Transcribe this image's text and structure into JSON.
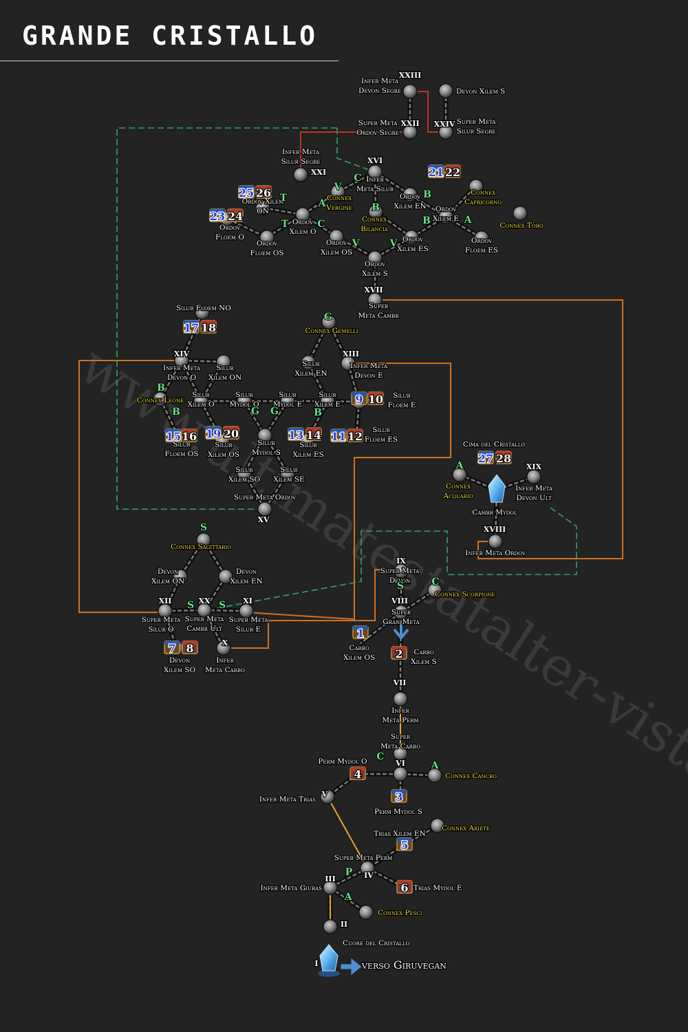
{
  "title": "GRANDE CRISTALLO",
  "watermark": "www.ultimatestatalter-vista.org",
  "colors": {
    "background": "#232323",
    "text": "#ffffff",
    "connex": "#f2e24a",
    "letter": "#6be08a",
    "arrowRed": "#c0341e",
    "arrowOrange": "#d3701e",
    "arrowYellow": "#f0a028",
    "dashGreen": "#35a56a",
    "arrowBlue": "#4a90d0",
    "node": "#8a8a8a"
  },
  "nodes": [
    {
      "id": "n23",
      "label": "Infer Meta|Devon Segre",
      "numeral": "XXIII",
      "cls": "white"
    },
    {
      "id": "n24",
      "label": "Super Meta|Silur Segre",
      "numeral": "XXIV",
      "cls": "white"
    },
    {
      "id": "dxs",
      "label": "Devon Xilem S",
      "cls": "white"
    },
    {
      "id": "n22",
      "label": "Super Meta|Ordov Segre",
      "numeral": "XXII",
      "cls": "white"
    },
    {
      "id": "n21",
      "label": "Infer Meta|Silur Segre",
      "numeral": "XXI",
      "cls": "white"
    },
    {
      "id": "n16",
      "label": "Infer|Meta Silur",
      "numeral": "XVI",
      "cls": "white"
    },
    {
      "id": "cverg",
      "label": "Connex|Vergine",
      "cls": "connex"
    },
    {
      "id": "oxon",
      "label": "Ordov Xilem|ON",
      "cls": "white"
    },
    {
      "id": "oxen",
      "label": "Ordov|Xilem EN",
      "cls": "white"
    },
    {
      "id": "ccap",
      "label": "Connex|Capricorno",
      "cls": "connex"
    },
    {
      "id": "ctoro",
      "label": "Connex Toro",
      "cls": "connex"
    },
    {
      "id": "cbil",
      "label": "Connex|Bilancia",
      "cls": "connex"
    },
    {
      "id": "oxo",
      "label": "Ordov|Xilem O",
      "cls": "white"
    },
    {
      "id": "oxe",
      "label": "Ordov|Xilem E",
      "cls": "white"
    },
    {
      "id": "ofo",
      "label": "Ordov|Floem O",
      "cls": "white"
    },
    {
      "id": "ofos",
      "label": "Ordov|Floem OS",
      "cls": "white"
    },
    {
      "id": "oxos",
      "label": "Ordov|Xilem OS",
      "cls": "white"
    },
    {
      "id": "oxes",
      "label": "Ordov|Xilem ES",
      "cls": "white"
    },
    {
      "id": "ofes",
      "label": "Ordov|Floem ES",
      "cls": "white"
    },
    {
      "id": "oxs",
      "label": "Ordov|Xilem S",
      "cls": "white"
    },
    {
      "id": "n17",
      "label": "Super|Meta Cambr",
      "numeral": "XVII",
      "cls": "white"
    },
    {
      "id": "sfno",
      "label": "Silur Floem NO",
      "cls": "white"
    },
    {
      "id": "cgem",
      "label": "Connex Gemelli",
      "cls": "connex"
    },
    {
      "id": "n14",
      "label": "Infer Meta|Devon O",
      "numeral": "XIV",
      "cls": "white"
    },
    {
      "id": "sxon",
      "label": "Silur|Xilem ON",
      "cls": "white"
    },
    {
      "id": "sxen",
      "label": "Silur|Xilem EN",
      "cls": "white"
    },
    {
      "id": "n13",
      "label": "Infer Meta|Devon E",
      "numeral": "XIII",
      "cls": "white"
    },
    {
      "id": "cleo",
      "label": "Connex Leone",
      "cls": "connex"
    },
    {
      "id": "sxo",
      "label": "Silur|Xilem O",
      "cls": "white"
    },
    {
      "id": "smo",
      "label": "Silur|Mydol O",
      "cls": "white"
    },
    {
      "id": "sme",
      "label": "Silur|Mydol E",
      "cls": "white"
    },
    {
      "id": "sxe",
      "label": "Silur|Xilem E",
      "cls": "white"
    },
    {
      "id": "sfe",
      "label": "Silur|Floem E",
      "cls": "white"
    },
    {
      "id": "sfos",
      "label": "Silur|Floem OS",
      "cls": "white"
    },
    {
      "id": "sxos",
      "label": "Silur|Xilem OS",
      "cls": "white"
    },
    {
      "id": "sms",
      "label": "Silur|Mydol S",
      "cls": "white"
    },
    {
      "id": "sxes",
      "label": "Silur|Xilem ES",
      "cls": "white"
    },
    {
      "id": "sfes",
      "label": "Silur|Floem ES",
      "cls": "white"
    },
    {
      "id": "sxso",
      "label": "Silur|Xilem SO",
      "cls": "white"
    },
    {
      "id": "sxse",
      "label": "Silur|Xilem SE",
      "cls": "white"
    },
    {
      "id": "n15",
      "label": "Super Meta Ordov",
      "numeral": "XV",
      "cls": "white"
    },
    {
      "id": "cima",
      "label": "Cima del Cristallo",
      "cls": "white"
    },
    {
      "id": "cacq",
      "label": "Connex|Acquario",
      "cls": "connex"
    },
    {
      "id": "cambr",
      "label": "Cambr Mydol",
      "cls": "white"
    },
    {
      "id": "n19",
      "label": "Infer Meta|Devon Ult",
      "numeral": "XIX",
      "cls": "white"
    },
    {
      "id": "n18",
      "label": "Infer Meta Ordov",
      "numeral": "XVIII",
      "cls": "white"
    },
    {
      "id": "csag",
      "label": "Connex Sagittario",
      "cls": "connex"
    },
    {
      "id": "dxon",
      "label": "Devon|Xilem ON",
      "cls": "white"
    },
    {
      "id": "dxen",
      "label": "Devon|Xilem EN",
      "cls": "white"
    },
    {
      "id": "n12",
      "label": "Super Meta|Silur O",
      "numeral": "XII",
      "cls": "white"
    },
    {
      "id": "n20",
      "label": "Super Meta|Cambr Ult",
      "numeral": "XX",
      "cls": "white"
    },
    {
      "id": "n11",
      "label": "Super Meta|Silur E",
      "numeral": "XI",
      "cls": "white"
    },
    {
      "id": "dxso",
      "label": "Devon|Xilem SO",
      "cls": "white"
    },
    {
      "id": "n10",
      "label": "Infer|Meta Carbo",
      "numeral": "X",
      "cls": "white"
    },
    {
      "id": "n9",
      "label": "Super Meta|Devon",
      "numeral": "IX",
      "cls": "white"
    },
    {
      "id": "cscor",
      "label": "Connex Scorpione",
      "cls": "connex"
    },
    {
      "id": "n8",
      "label": "Super|Gran Meta",
      "numeral": "VIII",
      "cls": "white"
    },
    {
      "id": "cxos",
      "label": "Carbo|Xilem OS",
      "cls": "white"
    },
    {
      "id": "cxs",
      "label": "Carbo|Xilem S",
      "cls": "white"
    },
    {
      "id": "n7",
      "label": "Infer|Meta Perm",
      "numeral": "VII",
      "cls": "white"
    },
    {
      "id": "smc",
      "label": "Super|Meta Carbo",
      "cls": "white"
    },
    {
      "id": "pmo",
      "label": "Perm Mydol O",
      "cls": "white"
    },
    {
      "id": "n6",
      "label": "",
      "numeral": "VI",
      "cls": "white"
    },
    {
      "id": "ccan",
      "label": "Connex Cancro",
      "cls": "connex"
    },
    {
      "id": "imt",
      "label": "Infer Meta Trias",
      "cls": "white"
    },
    {
      "id": "n5",
      "label": "",
      "numeral": "V",
      "cls": "white"
    },
    {
      "id": "pms",
      "label": "Perm Mydol S",
      "cls": "white"
    },
    {
      "id": "txen",
      "label": "Trias Xilem EN",
      "cls": "white"
    },
    {
      "id": "cari",
      "label": "Connex Ariete",
      "cls": "connex"
    },
    {
      "id": "smp",
      "label": "Super Meta Perm",
      "cls": "white"
    },
    {
      "id": "img",
      "label": "Infer Meta Giuras",
      "cls": "white"
    },
    {
      "id": "n3",
      "label": "",
      "numeral": "III",
      "cls": "white"
    },
    {
      "id": "n4",
      "label": "",
      "numeral": "IV",
      "cls": "white"
    },
    {
      "id": "tme",
      "label": "Trias Mydol E",
      "cls": "white"
    },
    {
      "id": "cpes",
      "label": "Connex Pesci",
      "cls": "connex"
    },
    {
      "id": "n2",
      "label": "",
      "numeral": "II",
      "cls": "white"
    },
    {
      "id": "cuore",
      "label": "Cuore del Cristallo",
      "cls": "white"
    },
    {
      "id": "n1",
      "label": "",
      "numeral": "I",
      "cls": "white"
    },
    {
      "id": "verso",
      "label": "verso Giruvegan",
      "cls": "big"
    }
  ],
  "chests": [
    "21",
    "22",
    "25",
    "26",
    "23",
    "24",
    "17",
    "18",
    "9",
    "10",
    "15",
    "16",
    "19",
    "20",
    "13",
    "14",
    "11",
    "12",
    "27",
    "28",
    "7",
    "8",
    "1",
    "2",
    "4",
    "3",
    "5",
    "6"
  ],
  "letters": [
    "C",
    "V",
    "B",
    "A",
    "T",
    "B",
    "A",
    "B",
    "C",
    "T",
    "V",
    "V",
    "G",
    "B",
    "B",
    "G",
    "G",
    "B",
    "A",
    "S",
    "S",
    "S",
    "S",
    "C",
    "C",
    "A",
    "P",
    "A"
  ]
}
